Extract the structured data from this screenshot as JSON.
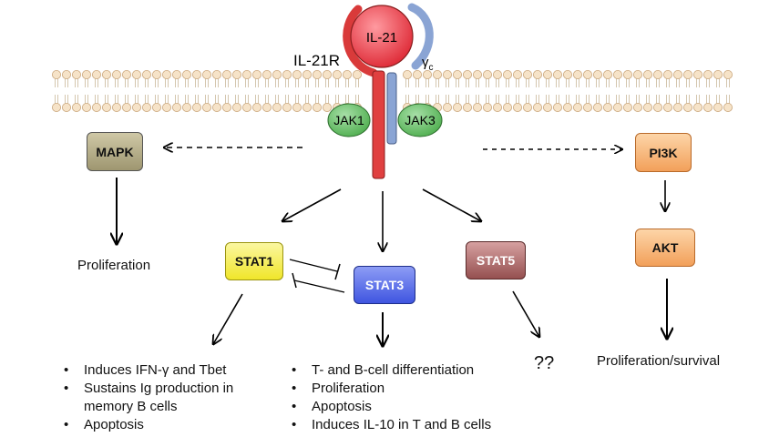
{
  "receptor": {
    "ligand": "IL-21",
    "receptor_label": "IL-21R",
    "gamma_chain_label": "γ",
    "gamma_chain_subscript": "c",
    "jak1": "JAK1",
    "jak3": "JAK3"
  },
  "nodes": {
    "mapk": "MAPK",
    "pi3k": "PI3K",
    "akt": "AKT",
    "stat1": "STAT1",
    "stat3": "STAT3",
    "stat5": "STAT5"
  },
  "outcomes": {
    "mapk": "Proliferation",
    "akt": "Proliferation/survival",
    "stat5": "??"
  },
  "stat1_effects": [
    "Induces IFN-γ and Tbet",
    "Sustains Ig production in",
    "memory B cells",
    "Apoptosis"
  ],
  "stat3_effects": [
    "T- and B-cell differentiation",
    "Proliferation",
    "Apoptosis",
    "Induces IL-10 in T and B cells"
  ],
  "colors": {
    "mapk": "#b9b08c",
    "pi3k": "#f8b87a",
    "akt": "#f8b87a",
    "stat1": "#f4ef3a",
    "stat3": "#4b63e6",
    "stat5": "#a86060",
    "ligand": "#ee4a55",
    "receptor": "#d93a3a",
    "gamma_chain": "#8aa4d4",
    "jak": "#6fbe6f"
  }
}
